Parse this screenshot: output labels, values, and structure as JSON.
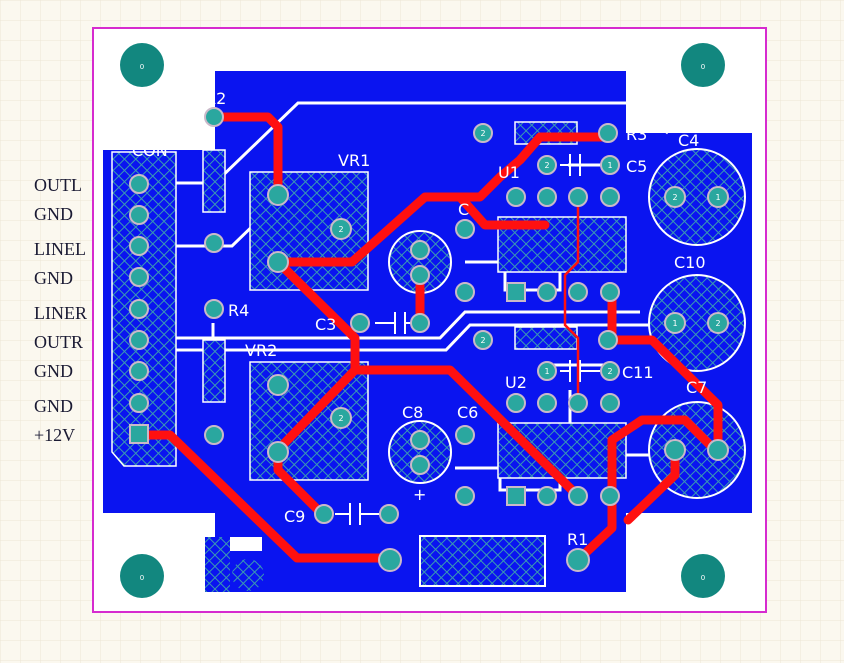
{
  "board": {
    "side_labels": [
      "OUTL",
      "GND",
      "LINEL",
      "GND",
      "LINER",
      "OUTR",
      "GND",
      "GND",
      "+12V"
    ],
    "components": {
      "r2": "R2",
      "r3": "R3",
      "r4": "R4",
      "r1": "R1",
      "vr1": "VR1",
      "vr2": "VR2",
      "u1": "U1",
      "u2": "U2",
      "c3": "C3",
      "c4": "C4",
      "c5": "C5",
      "c6": "C6",
      "c8": "C8",
      "c9": "C9",
      "c10": "C10",
      "c11": "C11",
      "c7": "C7",
      "con": "CON",
      "c12_partial": "C"
    },
    "pad_numbers": {
      "one": "1",
      "two": "2",
      "zero": "0"
    },
    "polarity": "+",
    "colors": {
      "background": "#fbf8ef",
      "grid": "#ece6d6",
      "outline": "#d62bcf",
      "copper_pour": "#0a14f0",
      "hatch": "#2f8f9f",
      "trace_top": "#ff1010",
      "trace_bottom_outline": "#ffffff",
      "pad": "#2aa79f",
      "hole": "#c9b9c9"
    }
  }
}
